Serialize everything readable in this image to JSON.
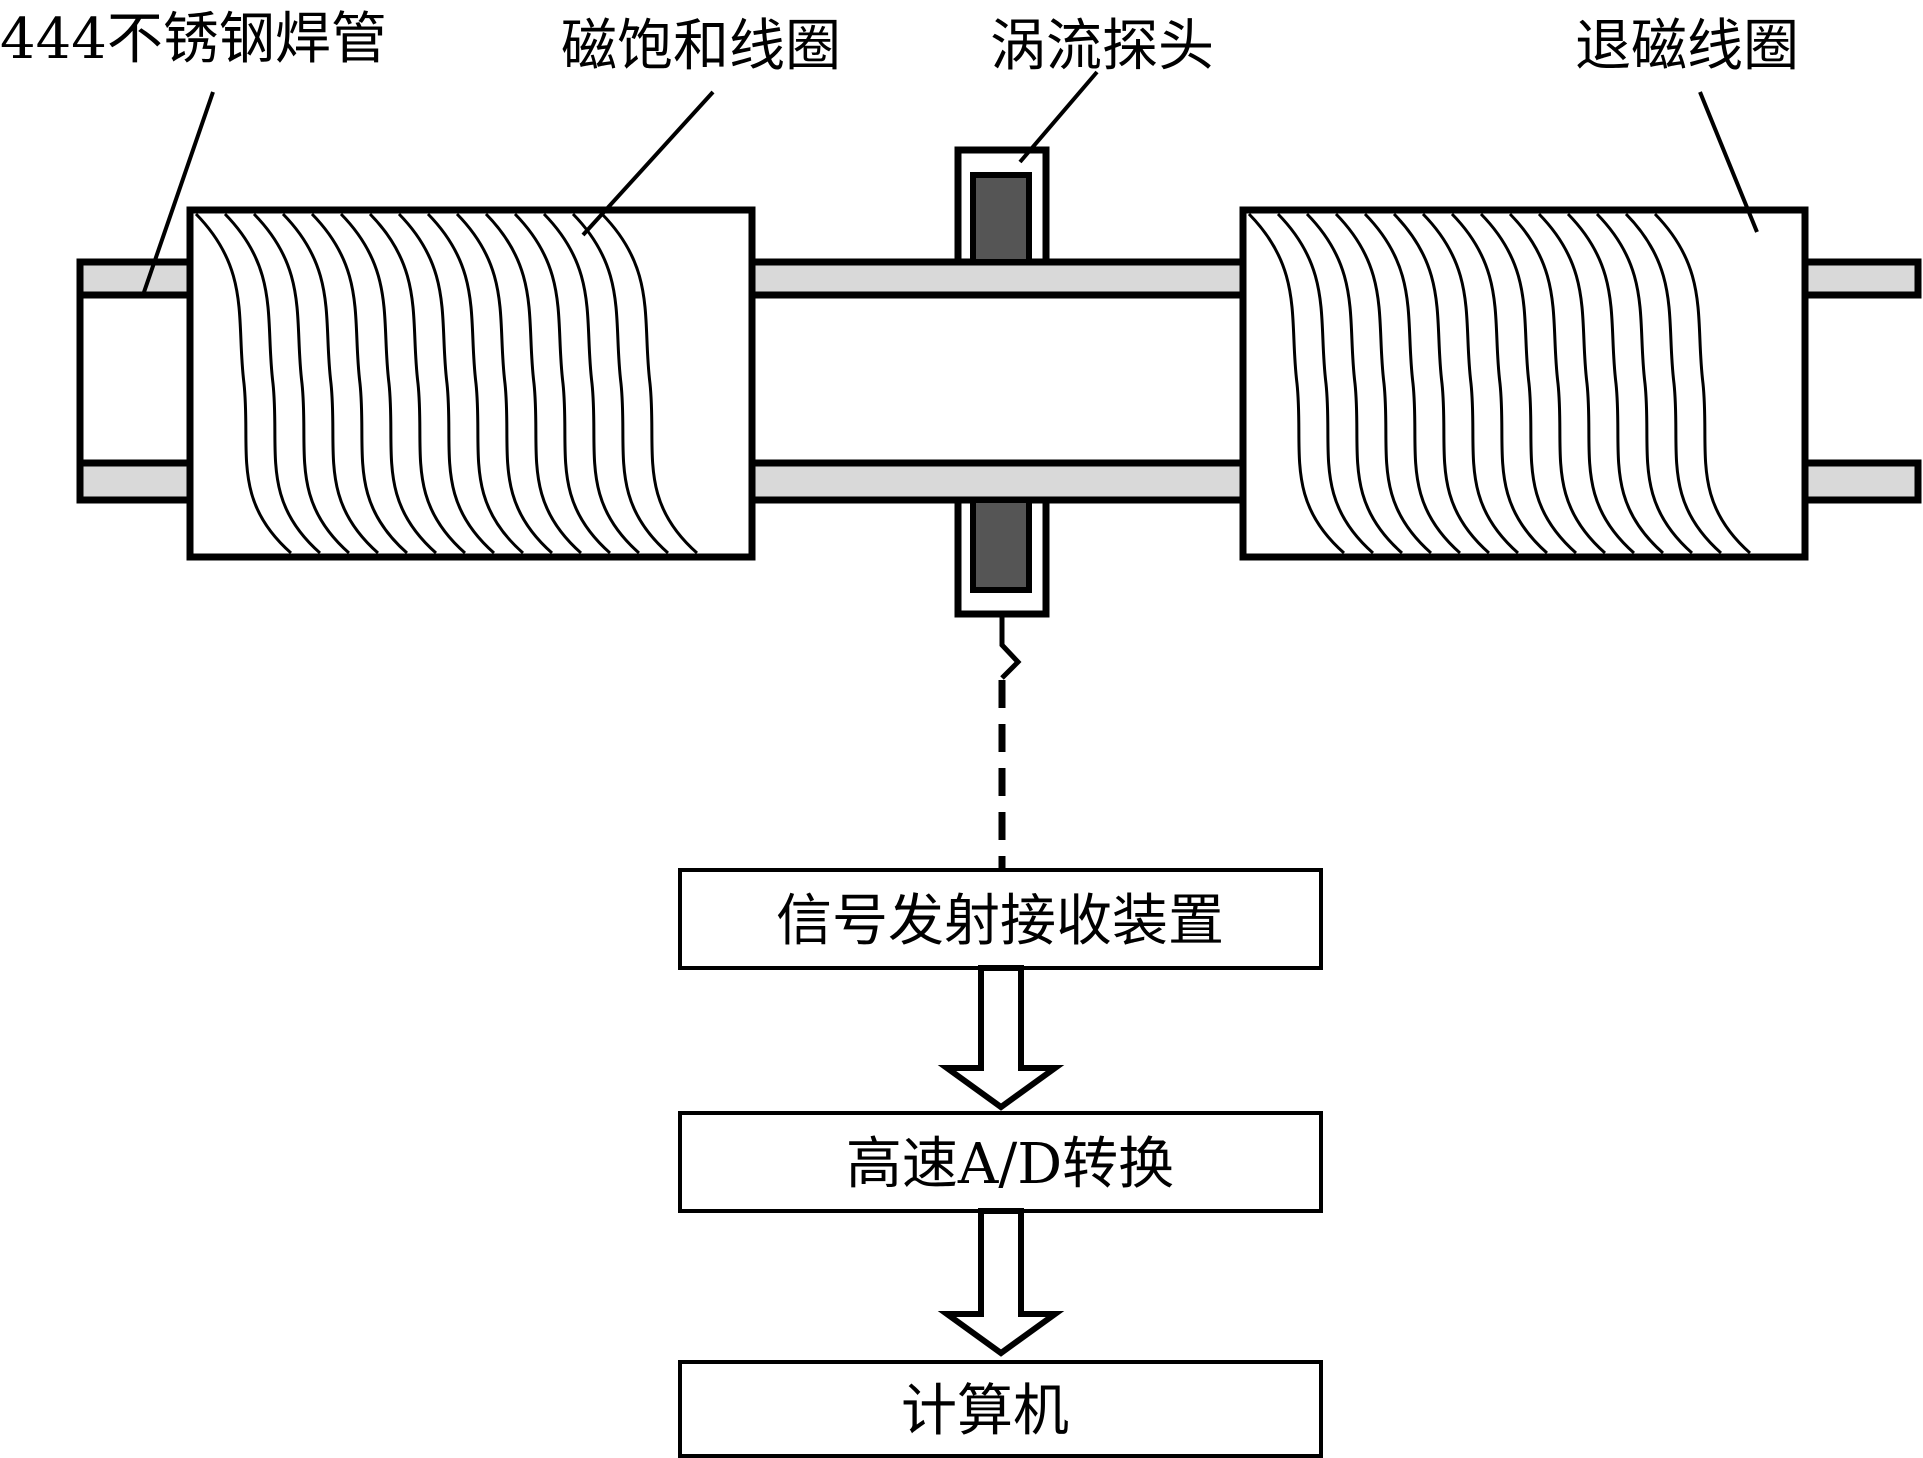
{
  "labels": {
    "pipe": "444不锈钢焊管",
    "saturation_coil": "磁饱和线圈",
    "probe": "涡流探头",
    "demag_coil": "退磁线圈"
  },
  "blocks": [
    {
      "id": "signal",
      "label": "信号发射接收装置"
    },
    {
      "id": "adc",
      "label": "高速A/D转换"
    },
    {
      "id": "computer",
      "label": "计算机"
    }
  ],
  "colors": {
    "line": "#000000",
    "pipe_wall": "#d9d9d9",
    "probe_core": "#555555",
    "background": "#ffffff"
  }
}
